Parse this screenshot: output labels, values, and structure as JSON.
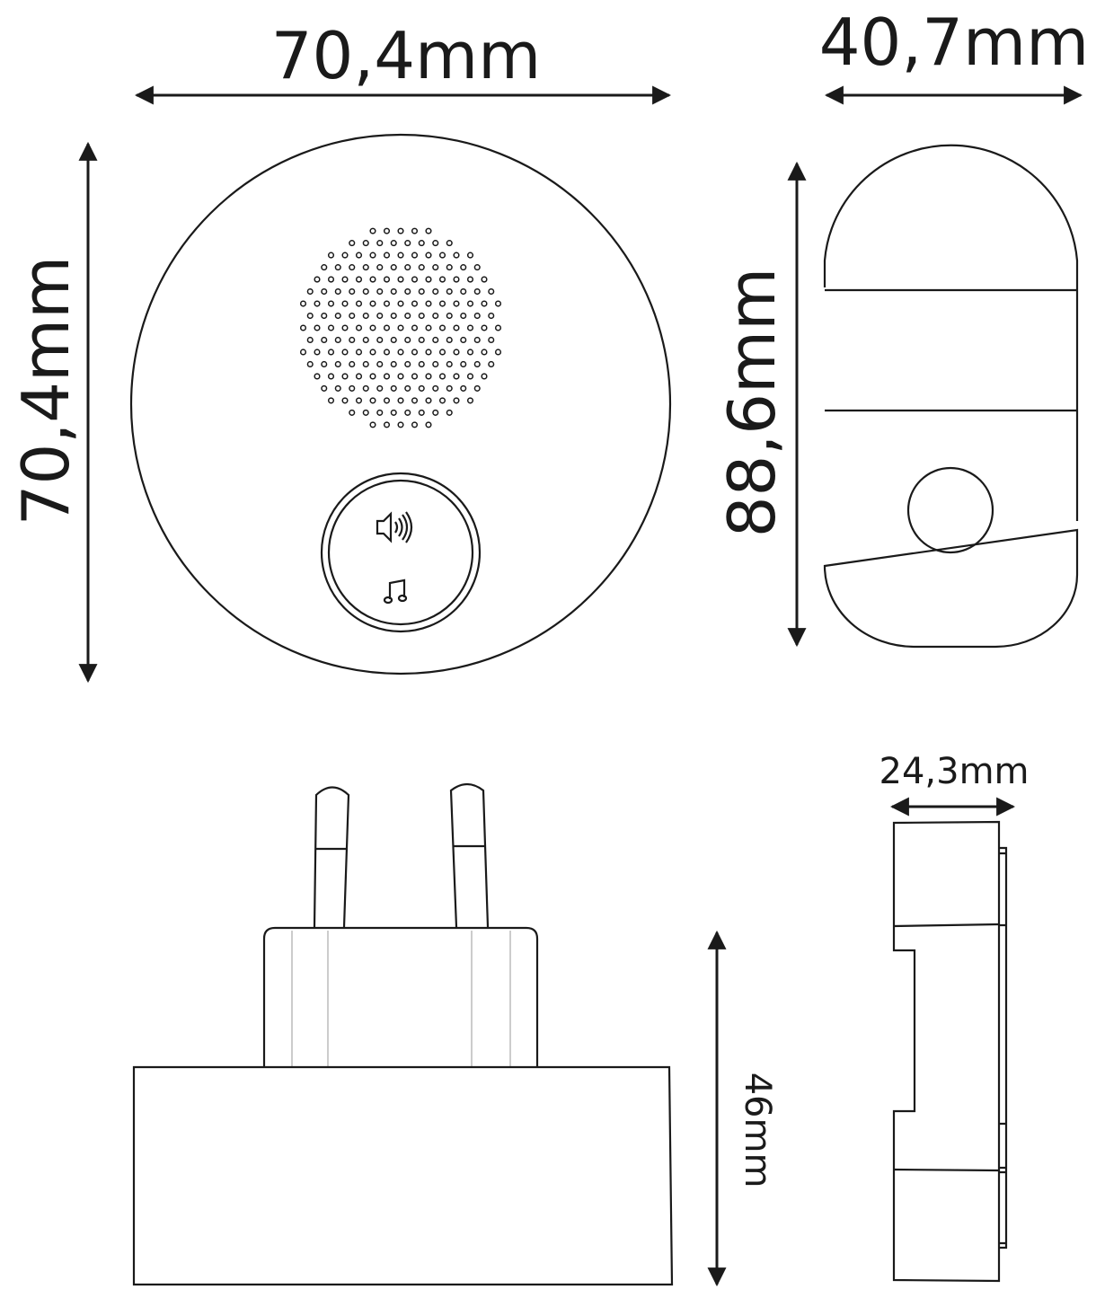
{
  "dimensions": {
    "front_width": "70,4mm",
    "front_height": "70,4mm",
    "side_depth": "40,7mm",
    "side_height": "88,6mm",
    "plug_depth": "46mm",
    "profile_width": "24,3mm"
  },
  "icons": [
    "speaker-volume-icon",
    "music-note-icon"
  ],
  "colors": {
    "line": "#1a1a1a",
    "background": "#ffffff"
  }
}
